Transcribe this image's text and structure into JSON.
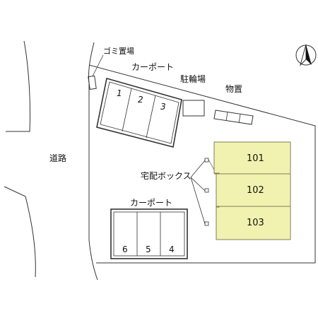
{
  "north": {
    "icon": "north-arrow-icon"
  },
  "colors": {
    "line": "#333333",
    "unit_fill": "#f2f2b0",
    "unit_stroke": "#7d7d5a"
  },
  "labels": {
    "road": "道路",
    "garbage": "ゴミ置場",
    "carport_top": "カーポート",
    "bike_parking": "駐輪場",
    "storage": "物置",
    "delivery_box": "宅配ボックス",
    "carport_bottom": "カーポート"
  },
  "carport_top_slots": [
    "1",
    "2",
    "3"
  ],
  "carport_bottom_slots": [
    "6",
    "5",
    "4"
  ],
  "units": [
    "101",
    "102",
    "103"
  ]
}
